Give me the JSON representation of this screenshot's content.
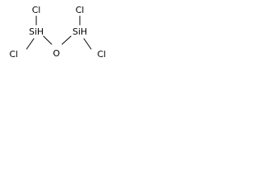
{
  "structure": {
    "atoms": [
      {
        "id": "cl1",
        "label": "Cl"
      },
      {
        "id": "cl2",
        "label": "Cl"
      },
      {
        "id": "si1",
        "label": "SiH"
      },
      {
        "id": "o1",
        "label": "O"
      },
      {
        "id": "si2",
        "label": "SiH"
      },
      {
        "id": "cl3",
        "label": "Cl"
      },
      {
        "id": "cl4",
        "label": "Cl"
      }
    ],
    "bonds": [
      {
        "from": "cl1",
        "to": "si1",
        "order": 1
      },
      {
        "from": "cl2",
        "to": "si1",
        "order": 1
      },
      {
        "from": "si1",
        "to": "o1",
        "order": 1
      },
      {
        "from": "o1",
        "to": "si2",
        "order": 1
      },
      {
        "from": "si2",
        "to": "cl3",
        "order": 1
      },
      {
        "from": "si2",
        "to": "cl4",
        "order": 1
      }
    ],
    "colors": {
      "atom": "#000000",
      "bond": "#000000",
      "background": "#ffffff"
    }
  }
}
